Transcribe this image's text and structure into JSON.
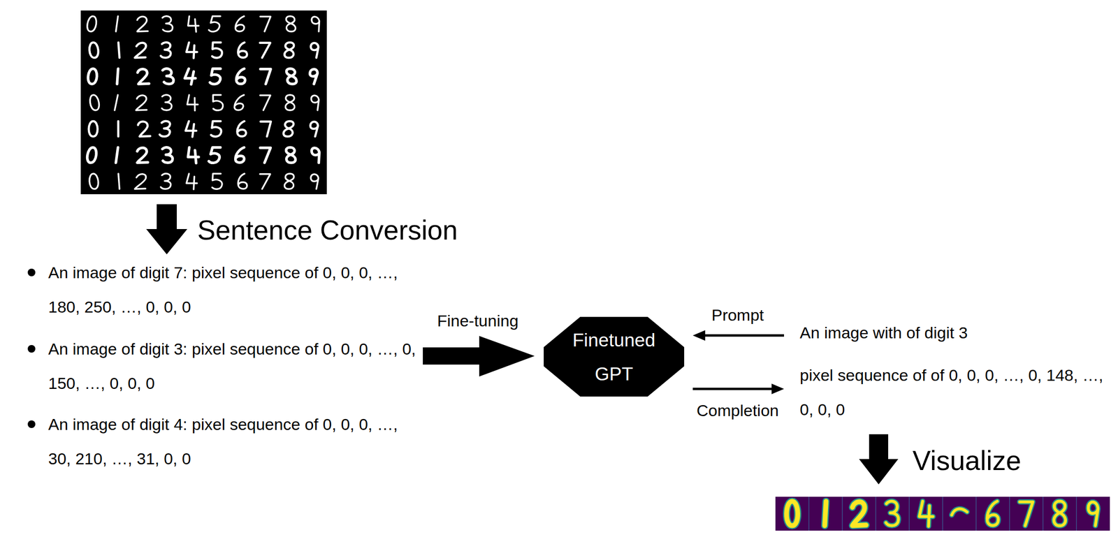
{
  "diagram": {
    "nodes": [
      {
        "text": [
          "Finetuned GPT"
        ]
      }
    ],
    "labels": [
      "Sentence Conversion",
      "An image of digit 7: pixel sequence of 0, 0, 0, …, 180, 250, …, 0, 0, 0",
      "An image of digit 3: pixel sequence of 0, 0, 0, …, 0, 150, …, 0, 0, 0",
      "An image of digit 4: pixel sequence of 0, 0, 0, …, 30, 210, …, 31, 0, 0",
      "Fine-tuning",
      "Prompt",
      "An image with of digit 3",
      "pixel sequence of of 0, 0, 0, …, 0, 148, …, 0, 0, 0",
      "Completion",
      "Visualize"
    ]
  }
}
